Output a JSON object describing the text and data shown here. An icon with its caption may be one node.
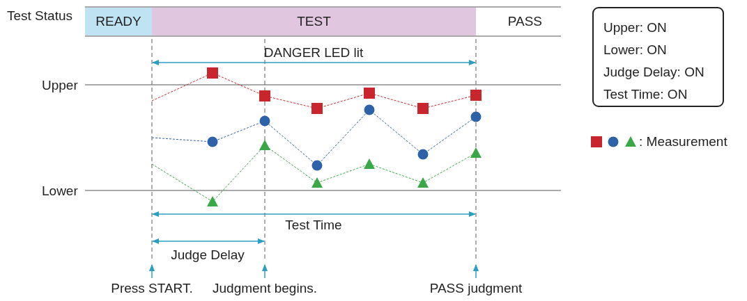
{
  "diagram": {
    "nodes": [
      {
        "text": [
          "READY"
        ]
      },
      {
        "text": [
          "TEST"
        ]
      },
      {
        "text": [
          "PASS"
        ]
      },
      {
        "text": [
          "Upper: ON",
          "Lower: ON",
          "Judge Delay: ON",
          "Test Time: ON"
        ]
      },
      {
        "text": [
          "Press START."
        ]
      },
      {
        "text": [
          "Judgment begins."
        ]
      },
      {
        "text": [
          "PASS judgment"
        ]
      }
    ],
    "edges": [
      {
        "from": 4,
        "to": null,
        "arrow": "to"
      },
      {
        "from": 5,
        "to": null,
        "arrow": "to"
      },
      {
        "from": 6,
        "to": null,
        "arrow": "to"
      }
    ],
    "labels": [
      "Test Status",
      "DANGER LED lit",
      "Upper",
      "Lower",
      "Test Time",
      "Judge Delay"
    ],
    "legend": [
      {
        "text": ": Measurement"
      }
    ]
  }
}
